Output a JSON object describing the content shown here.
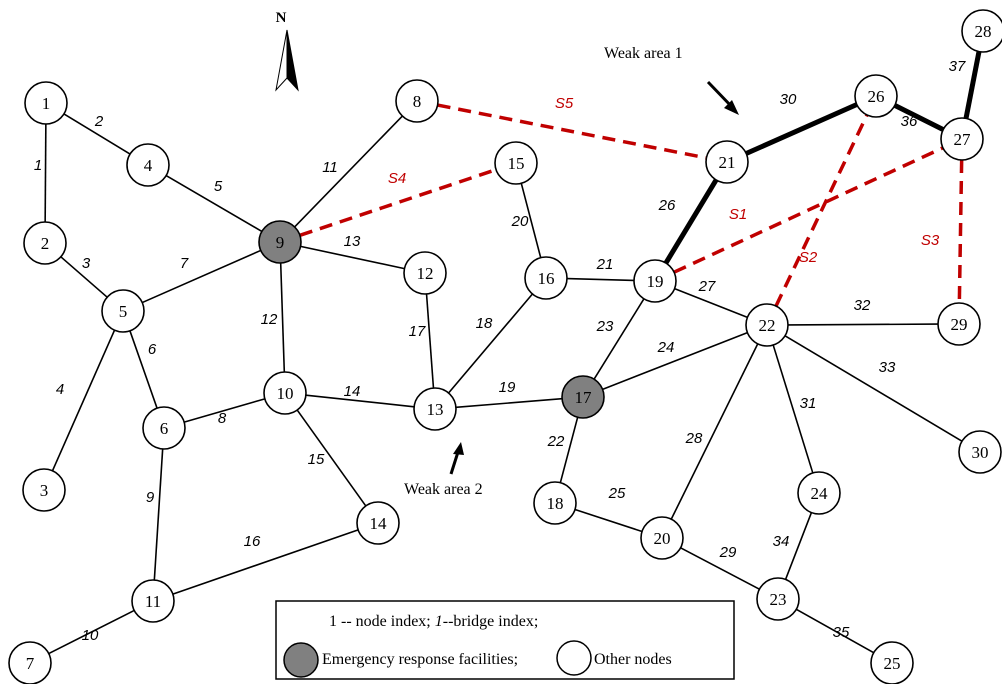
{
  "north_label": "N",
  "colors": {
    "edge_normal": "#000000",
    "edge_weak": "#000000",
    "edge_suggested": "#c00000",
    "suggested_label": "#c00000",
    "node_fill": "#ffffff",
    "facility_fill": "#808080"
  },
  "nodes": [
    {
      "id": 1,
      "label": "1"
    },
    {
      "id": 2,
      "label": "2"
    },
    {
      "id": 3,
      "label": "3"
    },
    {
      "id": 4,
      "label": "4"
    },
    {
      "id": 5,
      "label": "5"
    },
    {
      "id": 6,
      "label": "6"
    },
    {
      "id": 7,
      "label": "7"
    },
    {
      "id": 8,
      "label": "8"
    },
    {
      "id": 9,
      "label": "9",
      "facility": true
    },
    {
      "id": 10,
      "label": "10"
    },
    {
      "id": 11,
      "label": "11"
    },
    {
      "id": 12,
      "label": "12"
    },
    {
      "id": 13,
      "label": "13"
    },
    {
      "id": 14,
      "label": "14"
    },
    {
      "id": 15,
      "label": "15"
    },
    {
      "id": 16,
      "label": "16"
    },
    {
      "id": 17,
      "label": "17",
      "facility": true
    },
    {
      "id": 18,
      "label": "18"
    },
    {
      "id": 19,
      "label": "19"
    },
    {
      "id": 20,
      "label": "20"
    },
    {
      "id": 21,
      "label": "21"
    },
    {
      "id": 22,
      "label": "22"
    },
    {
      "id": 23,
      "label": "23"
    },
    {
      "id": 24,
      "label": "24"
    },
    {
      "id": 25,
      "label": "25"
    },
    {
      "id": 26,
      "label": "26"
    },
    {
      "id": 27,
      "label": "27"
    },
    {
      "id": 28,
      "label": "28"
    },
    {
      "id": 29,
      "label": "29"
    },
    {
      "id": 30,
      "label": "30"
    }
  ],
  "edges": [
    {
      "label": "1",
      "from": 1,
      "to": 2
    },
    {
      "label": "2",
      "from": 1,
      "to": 4
    },
    {
      "label": "3",
      "from": 2,
      "to": 5
    },
    {
      "label": "4",
      "from": 5,
      "to": 3
    },
    {
      "label": "5",
      "from": 4,
      "to": 9
    },
    {
      "label": "6",
      "from": 5,
      "to": 6
    },
    {
      "label": "7",
      "from": 5,
      "to": 9
    },
    {
      "label": "8",
      "from": 6,
      "to": 10
    },
    {
      "label": "9",
      "from": 6,
      "to": 11
    },
    {
      "label": "10",
      "from": 11,
      "to": 7
    },
    {
      "label": "11",
      "from": 9,
      "to": 8
    },
    {
      "label": "12",
      "from": 9,
      "to": 10
    },
    {
      "label": "13",
      "from": 9,
      "to": 12
    },
    {
      "label": "14",
      "from": 10,
      "to": 13
    },
    {
      "label": "15",
      "from": 10,
      "to": 14
    },
    {
      "label": "16",
      "from": 11,
      "to": 14
    },
    {
      "label": "17",
      "from": 12,
      "to": 13
    },
    {
      "label": "18",
      "from": 13,
      "to": 16
    },
    {
      "label": "19",
      "from": 13,
      "to": 17
    },
    {
      "label": "20",
      "from": 15,
      "to": 16
    },
    {
      "label": "21",
      "from": 16,
      "to": 19
    },
    {
      "label": "22",
      "from": 17,
      "to": 18
    },
    {
      "label": "23",
      "from": 17,
      "to": 19
    },
    {
      "label": "24",
      "from": 17,
      "to": 22
    },
    {
      "label": "25",
      "from": 18,
      "to": 20
    },
    {
      "label": "26",
      "from": 19,
      "to": 21,
      "weak": true
    },
    {
      "label": "27",
      "from": 19,
      "to": 22
    },
    {
      "label": "28",
      "from": 20,
      "to": 22
    },
    {
      "label": "29",
      "from": 20,
      "to": 23
    },
    {
      "label": "30",
      "from": 21,
      "to": 26,
      "weak": true
    },
    {
      "label": "31",
      "from": 22,
      "to": 24
    },
    {
      "label": "32",
      "from": 22,
      "to": 29
    },
    {
      "label": "33",
      "from": 22,
      "to": 30
    },
    {
      "label": "34",
      "from": 24,
      "to": 23
    },
    {
      "label": "35",
      "from": 23,
      "to": 25
    },
    {
      "label": "36",
      "from": 26,
      "to": 27,
      "weak": true
    },
    {
      "label": "37",
      "from": 27,
      "to": 28,
      "weak": true
    }
  ],
  "suggested_links": [
    {
      "label": "S1",
      "from": 19,
      "to": 27
    },
    {
      "label": "S2",
      "from": 22,
      "to": 26
    },
    {
      "label": "S3",
      "from": 27,
      "to": 29
    },
    {
      "label": "S4",
      "from": 9,
      "to": 15
    },
    {
      "label": "S5",
      "from": 8,
      "to": 21
    }
  ],
  "annotations": {
    "weak_area_1": "Weak area 1",
    "weak_area_2": "Weak area 2"
  },
  "legend": {
    "line1": "1 -- node index; ",
    "line1_italic": "1",
    "line1_rest": "--bridge index;",
    "facility_label": "Emergency response facilities;",
    "other_label": "Other nodes"
  }
}
